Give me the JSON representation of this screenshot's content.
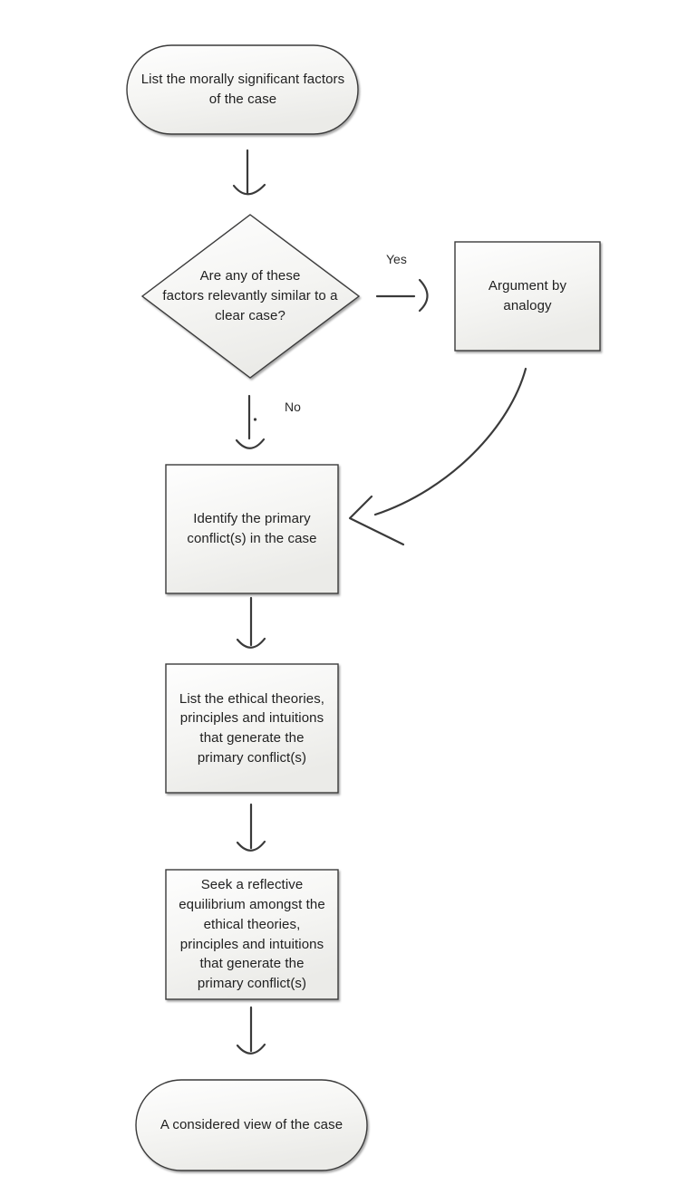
{
  "flowchart": {
    "type": "flowchart",
    "background_color": "#ffffff",
    "colors": {
      "shape_fill_top": "#fdfdfd",
      "shape_fill_bottom": "#ebebe8",
      "shape_stroke": "#3a3a3a",
      "arrow_stroke": "#3a3a3a",
      "text": "#212121"
    },
    "nodes": {
      "start": {
        "shape": "terminator",
        "label": "List the morally significant factors\nof the case"
      },
      "decision": {
        "shape": "decision",
        "label": "Are any of these\nfactors relevantly similar to a\nclear case?"
      },
      "analogy": {
        "shape": "process",
        "label": "Argument by\nanalogy"
      },
      "identify": {
        "shape": "process",
        "label": "Identify the primary\nconflict(s) in the case"
      },
      "theories": {
        "shape": "process",
        "label": "List the ethical theories,\nprinciples and intuitions\nthat generate the\nprimary conflict(s)"
      },
      "equilibrium": {
        "shape": "process",
        "label": "Seek a reflective\nequilibrium amongst the\nethical theories,\nprinciples and intuitions\nthat generate the\nprimary conflict(s)"
      },
      "end": {
        "shape": "terminator",
        "label": "A considered view of the case"
      }
    },
    "edges": [
      {
        "from": "start",
        "to": "decision",
        "label": ""
      },
      {
        "from": "decision",
        "to": "analogy",
        "label": "Yes"
      },
      {
        "from": "decision",
        "to": "identify",
        "label": "No"
      },
      {
        "from": "analogy",
        "to": "identify",
        "label": ""
      },
      {
        "from": "identify",
        "to": "theories",
        "label": ""
      },
      {
        "from": "theories",
        "to": "equilibrium",
        "label": ""
      },
      {
        "from": "equilibrium",
        "to": "end",
        "label": ""
      }
    ]
  }
}
